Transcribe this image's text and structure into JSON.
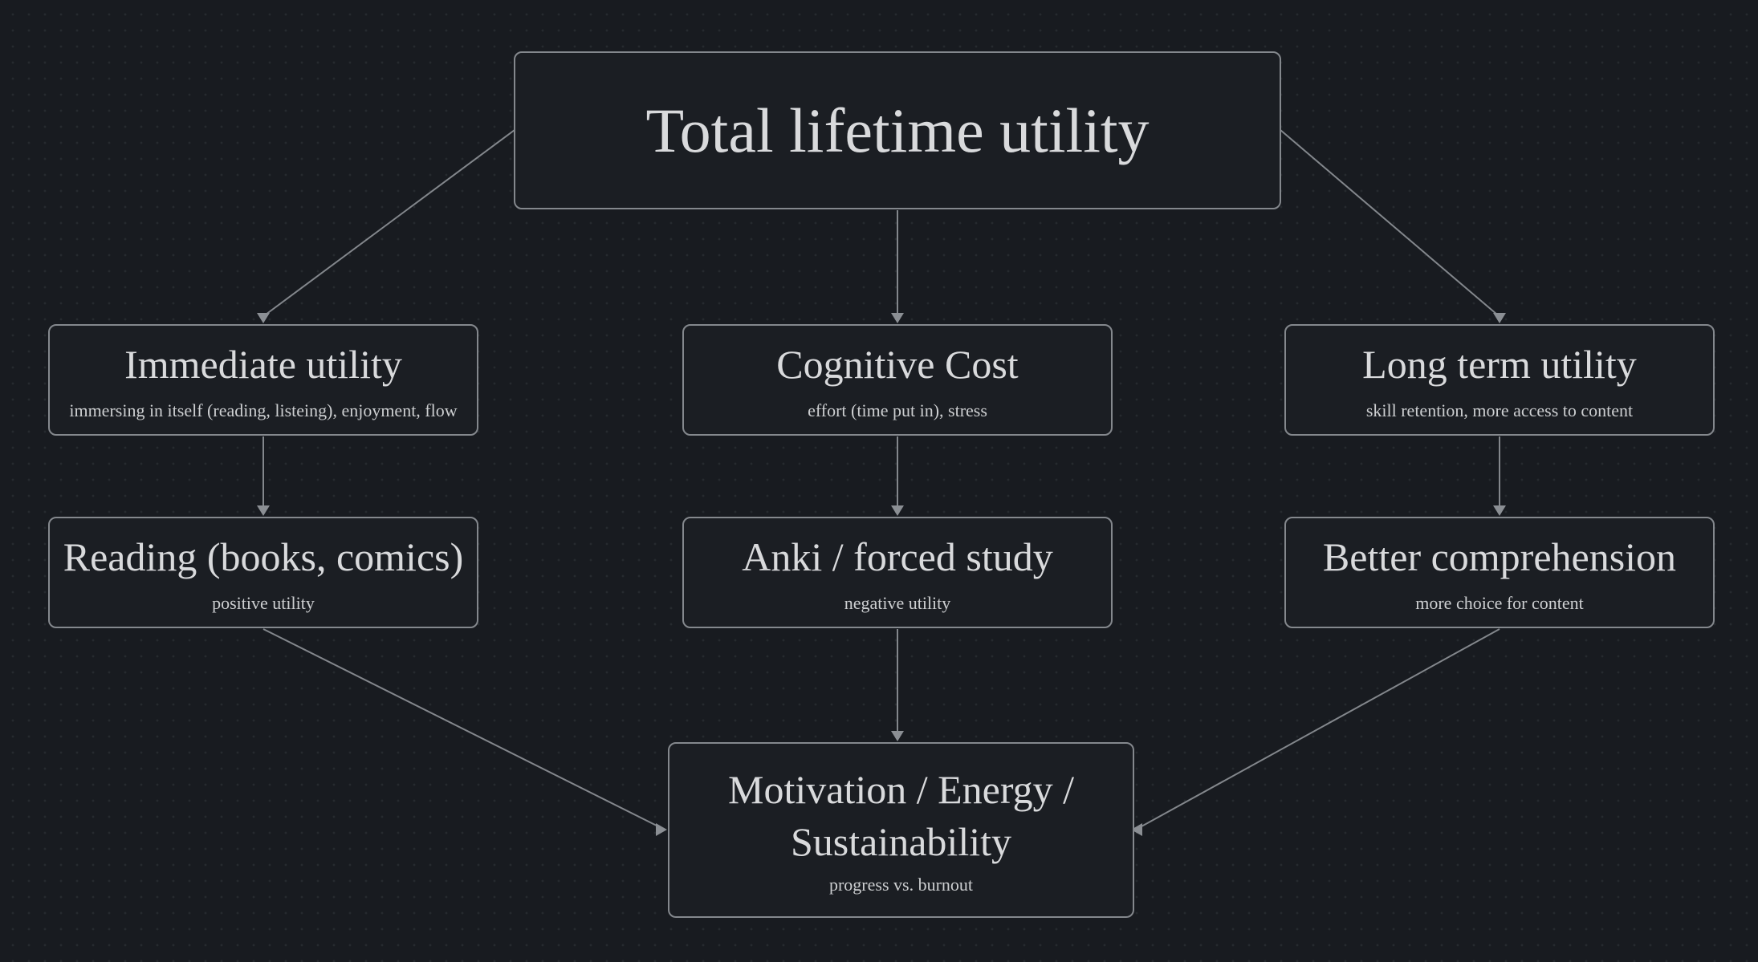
{
  "diagram": {
    "colors": {
      "background": "#181b20",
      "card_fill": "#1b1e23",
      "card_border": "#84888d",
      "edge": "#83878c",
      "title_text": "#d9dadc",
      "subtitle_text": "#cdcfd1"
    },
    "nodes": [
      {
        "id": "total",
        "title": "Total lifetime utility"
      },
      {
        "id": "immediate",
        "title": "Immediate utility",
        "subtitle": "immersing in itself (reading, listeing), enjoyment, flow"
      },
      {
        "id": "cognitive",
        "title": "Cognitive Cost",
        "subtitle": "effort (time put in), stress"
      },
      {
        "id": "longterm",
        "title": "Long term utility",
        "subtitle": "skill retention, more access to content"
      },
      {
        "id": "reading",
        "title": "Reading (books, comics)",
        "subtitle": "positive utility"
      },
      {
        "id": "anki",
        "title": "Anki / forced study",
        "subtitle": "negative utility"
      },
      {
        "id": "better",
        "title": "Better comprehension",
        "subtitle": "more choice for content"
      },
      {
        "id": "motivation",
        "title": "Motivation / Energy / Sustainability",
        "subtitle": "progress vs. burnout"
      }
    ],
    "edges": [
      {
        "from": "total",
        "to": "immediate"
      },
      {
        "from": "total",
        "to": "cognitive"
      },
      {
        "from": "total",
        "to": "longterm"
      },
      {
        "from": "immediate",
        "to": "reading"
      },
      {
        "from": "cognitive",
        "to": "anki"
      },
      {
        "from": "longterm",
        "to": "better"
      },
      {
        "from": "anki",
        "to": "motivation"
      },
      {
        "from": "reading",
        "to": "motivation"
      },
      {
        "from": "better",
        "to": "motivation"
      }
    ]
  }
}
